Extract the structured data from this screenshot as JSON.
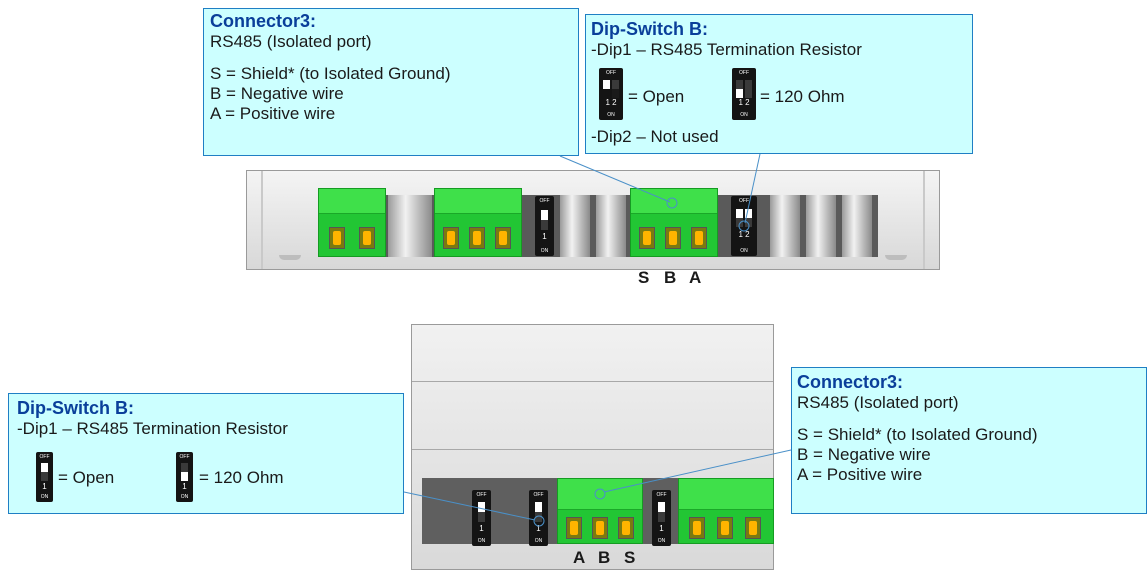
{
  "top_view": {
    "connector_callout": {
      "title": "Connector3:",
      "subtitle": "RS485 (Isolated port)",
      "lines": [
        "S = Shield* (to Isolated Ground)",
        "B = Negative wire",
        "A = Positive wire"
      ]
    },
    "dip_callout": {
      "title": "Dip-Switch B:",
      "dip1": "-Dip1 – RS485 Termination Resistor",
      "open_label": "= Open",
      "ohm_label": "= 120 Ohm",
      "dip2": "-Dip2 – Not used"
    },
    "pin_labels": [
      "S",
      "B",
      "A"
    ]
  },
  "bottom_view": {
    "dip_callout": {
      "title": "Dip-Switch B:",
      "dip1": "-Dip1 – RS485 Termination Resistor",
      "open_label": "= Open",
      "ohm_label": "= 120 Ohm"
    },
    "connector_callout": {
      "title": "Connector3:",
      "subtitle": "RS485 (Isolated port)",
      "lines": [
        "S = Shield* (to Isolated Ground)",
        "B = Negative wire",
        "A = Positive wire"
      ]
    },
    "pin_labels": [
      "A",
      "B",
      "S"
    ]
  },
  "dip_text": {
    "off": "OFF",
    "on": "ON",
    "one": "1",
    "one_two": "1 2"
  },
  "colors": {
    "callout_bg": "#ccffff",
    "callout_border": "#1f7fc4",
    "title": "#0a3f9a",
    "terminal_green": "#22c634",
    "screw": "#ffb400"
  }
}
